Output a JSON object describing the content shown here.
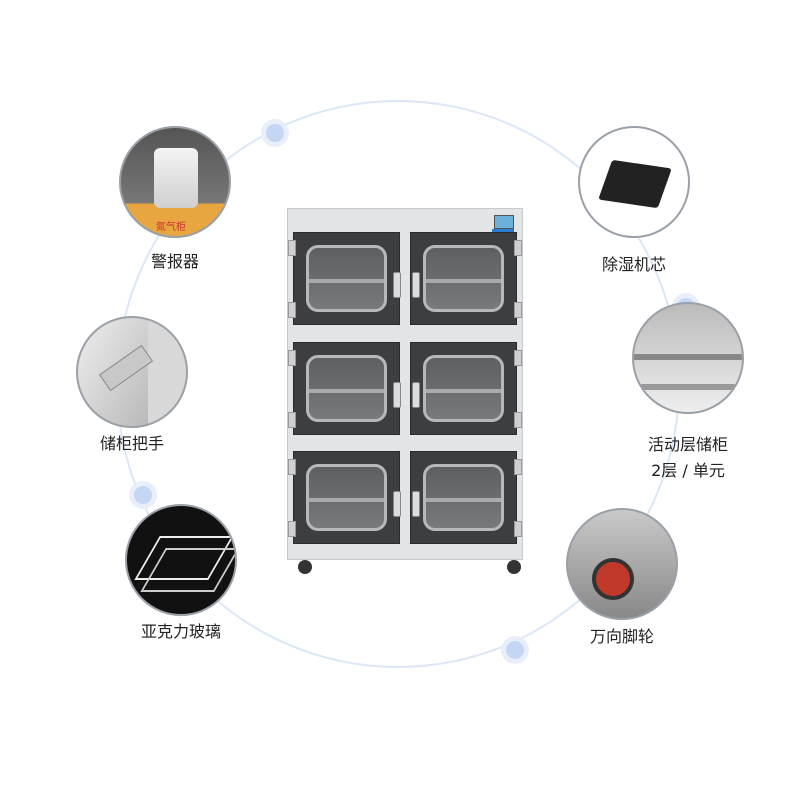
{
  "features": [
    {
      "id": "alarm",
      "label": "警报器",
      "image_text": "氮气柜"
    },
    {
      "id": "dehumidifier",
      "label": "除湿机芯"
    },
    {
      "id": "handle",
      "label": "储柜把手"
    },
    {
      "id": "shelf",
      "label": "活动层储柜",
      "sublabel": "2层 / 单元"
    },
    {
      "id": "acrylic",
      "label": "亚克力玻璃"
    },
    {
      "id": "caster",
      "label": "万向脚轮"
    }
  ],
  "colors": {
    "ring": "#dbe6f7",
    "dot": "#c5d6f4",
    "door": "#3c3e42",
    "cabinet": "#e3e4e6"
  }
}
